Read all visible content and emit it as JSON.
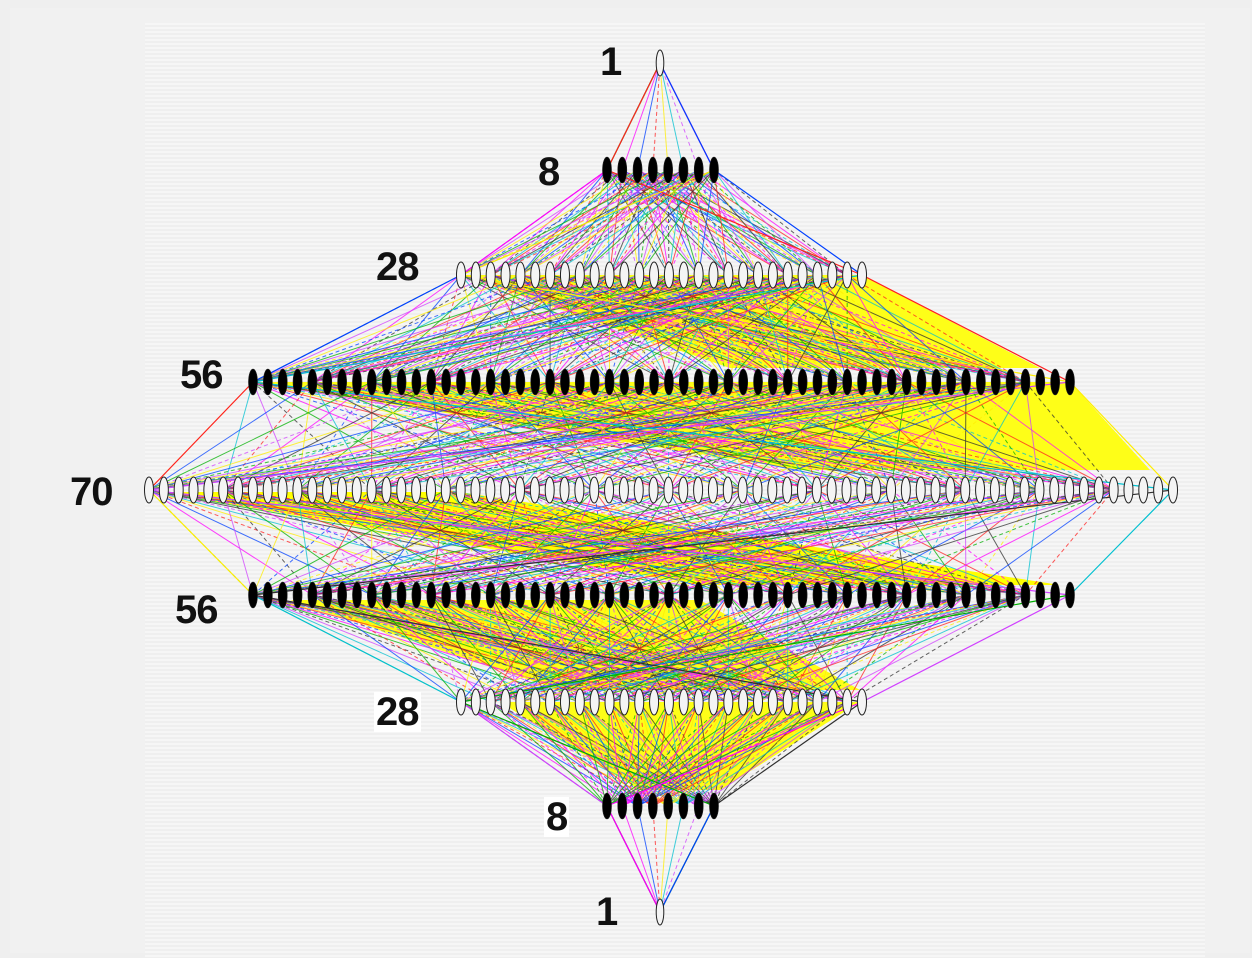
{
  "diagram": {
    "layers": [
      {
        "count": 1,
        "label": "1",
        "node_style": "hollow"
      },
      {
        "count": 8,
        "label": "8",
        "node_style": "filled"
      },
      {
        "count": 28,
        "label": "28",
        "node_style": "hollow"
      },
      {
        "count": 56,
        "label": "56",
        "node_style": "filled"
      },
      {
        "count": 70,
        "label": "70",
        "node_style": "hollow"
      },
      {
        "count": 56,
        "label": "56",
        "node_style": "filled"
      },
      {
        "count": 28,
        "label": "28",
        "node_style": "hollow"
      },
      {
        "count": 8,
        "label": "8",
        "node_style": "filled"
      },
      {
        "count": 1,
        "label": "1",
        "node_style": "hollow"
      }
    ],
    "edge_colors": [
      "#00b000",
      "#ff00ff",
      "#0040ff",
      "#ff2020",
      "#ffee00",
      "#00c0d0",
      "#d040ff",
      "#303030"
    ],
    "fill_color": "#ffff00",
    "filled_node_color": "#000000",
    "hollow_node_color": "#f4f4f4"
  }
}
